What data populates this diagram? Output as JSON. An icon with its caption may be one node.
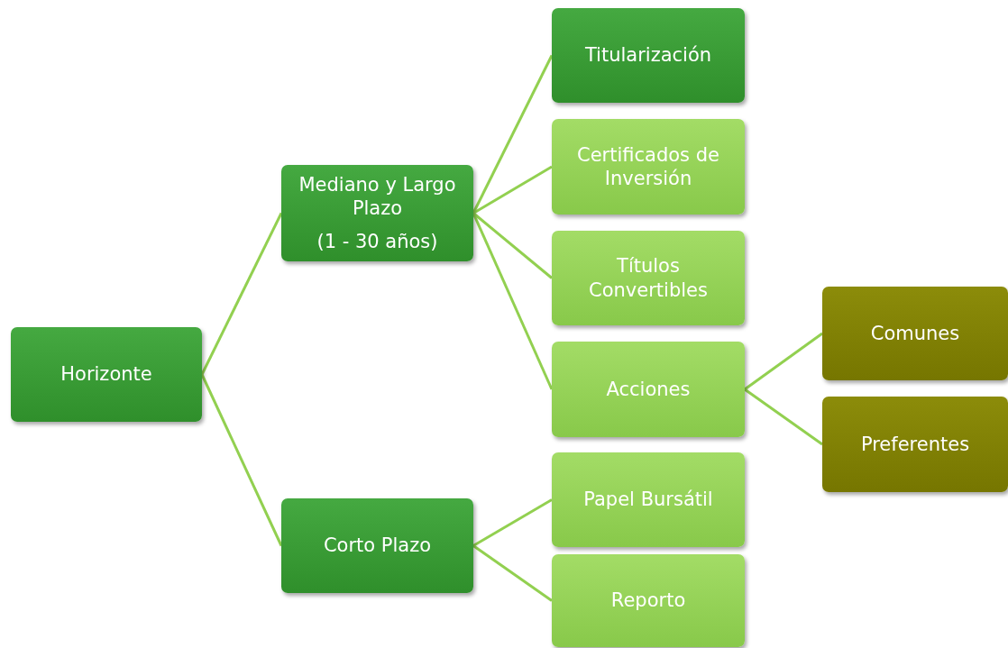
{
  "diagram": {
    "nodes": [
      {
        "text": [
          "Horizonte"
        ]
      },
      {
        "text": [
          "Mediano y Largo Plazo",
          "(1 - 30 años)"
        ]
      },
      {
        "text": [
          "Titularización"
        ]
      },
      {
        "text": [
          "Certificados de Inversión"
        ]
      },
      {
        "text": [
          "Títulos Convertibles"
        ]
      },
      {
        "text": [
          "Acciones"
        ]
      },
      {
        "text": [
          "Comunes"
        ]
      },
      {
        "text": [
          "Preferentes"
        ]
      },
      {
        "text": [
          "Corto Plazo"
        ]
      },
      {
        "text": [
          "Papel Bursátil"
        ]
      },
      {
        "text": [
          "Reporto"
        ]
      }
    ],
    "edges": [
      {
        "from": 0,
        "to": 1,
        "arrow": "none"
      },
      {
        "from": 0,
        "to": 8,
        "arrow": "none"
      },
      {
        "from": 1,
        "to": 2,
        "arrow": "none"
      },
      {
        "from": 1,
        "to": 3,
        "arrow": "none"
      },
      {
        "from": 1,
        "to": 4,
        "arrow": "none"
      },
      {
        "from": 1,
        "to": 5,
        "arrow": "none"
      },
      {
        "from": 5,
        "to": 6,
        "arrow": "none"
      },
      {
        "from": 5,
        "to": 7,
        "arrow": "none"
      },
      {
        "from": 8,
        "to": 9,
        "arrow": "none"
      },
      {
        "from": 8,
        "to": 10,
        "arrow": "none"
      }
    ]
  }
}
